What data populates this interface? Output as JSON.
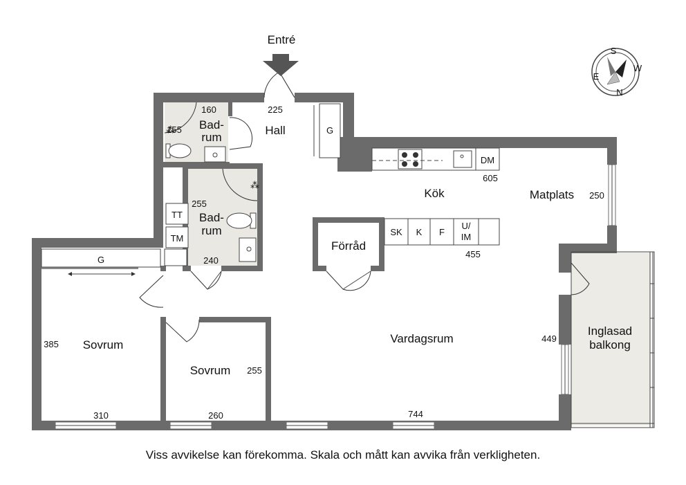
{
  "entrance_label": "Entré",
  "rooms": {
    "hall": "Hall",
    "bath1_line1": "Bad-",
    "bath1_line2": "rum",
    "bath2_line1": "Bad-",
    "bath2_line2": "rum",
    "kitchen": "Kök",
    "dining": "Matplats",
    "storage": "Förråd",
    "living": "Vardagsrum",
    "bedroom1": "Sovrum",
    "bedroom2": "Sovrum",
    "balcony_line1": "Inglasad",
    "balcony_line2": "balkong"
  },
  "fixtures": {
    "hall_wardrobe": "G",
    "bedroom_wardrobe": "G",
    "tt": "TT",
    "tm": "TM",
    "dm": "DM",
    "sk": "SK",
    "k": "K",
    "f": "F",
    "uim_line1": "U/",
    "uim_line2": "IM"
  },
  "dimensions": {
    "hall_width": "225",
    "bath1_width": "160",
    "bath1_depth": "155",
    "bath2_depth": "255",
    "bath2_width": "240",
    "kitchen_width": "605",
    "dining_depth": "250",
    "island_width": "455",
    "bedroom1_depth": "385",
    "bedroom1_width": "310",
    "bedroom2_depth": "255",
    "bedroom2_width": "260",
    "living_width": "744",
    "balcony_depth": "449"
  },
  "compass": {
    "s": "S",
    "w": "W",
    "n": "N",
    "e": "E"
  },
  "disclaimer": "Viss avvikelse kan förekomma. Skala och mått kan avvika från verkligheten."
}
